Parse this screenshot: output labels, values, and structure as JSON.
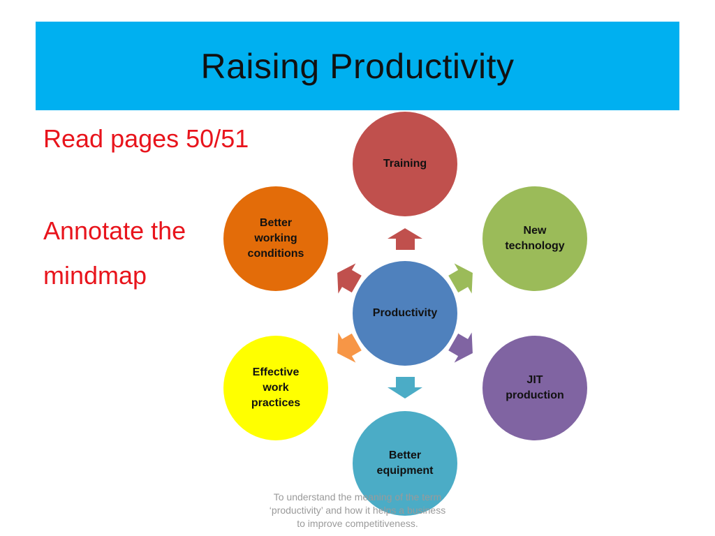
{
  "slide": {
    "title": "Raising Productivity",
    "instructions": [
      "Read pages 50/51",
      "Annotate the",
      "mindmap"
    ],
    "footer_note": "To understand the meaning of the term\n‘productivity’ and how it helps a business\nto improve competitiveness."
  },
  "mindmap": {
    "center": {
      "label": "Productivity",
      "color": "#4f81bd"
    },
    "nodes": [
      {
        "label": "Training",
        "color": "#c0504d",
        "arrow_color": "#c0504d"
      },
      {
        "label": "New\ntechnology",
        "color": "#9bbb59",
        "arrow_color": "#9bbb59"
      },
      {
        "label": "JIT\nproduction",
        "color": "#8064a2",
        "arrow_color": "#8064a2"
      },
      {
        "label": "Better\nequipment",
        "color": "#4bacc6",
        "arrow_color": "#4bacc6"
      },
      {
        "label": "Effective\nwork\npractices",
        "color": "#ffff00",
        "arrow_color": "#f79646"
      },
      {
        "label": "Better\nworking\nconditions",
        "color": "#e36c09",
        "arrow_color": "#c0504d"
      }
    ]
  }
}
